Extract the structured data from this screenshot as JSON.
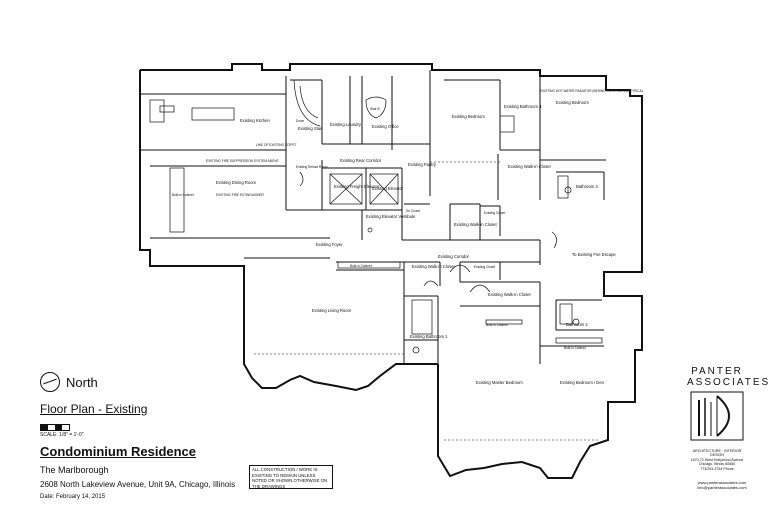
{
  "rooms": {
    "kitchen": "Existing Kitchen",
    "stair": "Existing Stair",
    "down": "Down",
    "laundry": "Existing Laundry",
    "stair_b": "Stair B",
    "office": "Existing Office",
    "bedroom_left": "Existing Bedroom",
    "bathroom_4": "Existing Bathroom 4",
    "bedroom_right": "Existing Bedroom",
    "rear_corridor": "Existing Rear Corridor",
    "pantry": "Existing Pantry",
    "walkin_closet_1": "Existing Walk-in Closet",
    "bathroom_3": "Bathroom 3",
    "dining": "Existing Dining Room",
    "refuse_room": "Existing Refuse Room",
    "freight_elevator": "Existing Freight Elevator",
    "existing_elevator": "Existing Elevator",
    "elevator_vestibule": "Existing Elevator Vestibule",
    "dn_closet": "Dn Closet",
    "walkin_closet_2": "Existing Walk-in Closet",
    "existing_closet": "Existing Closet",
    "foyer": "Existing Foyer",
    "corridor": "Existing Corridor",
    "walkin_closet_3": "Existing Walk-in Closet",
    "existing_closet_2": "Existing Closet",
    "walkin_closet_4": "Existing Walk-in Closet",
    "fire_escape": "To Existing Fire Escape",
    "builtin_1": "Built-in Cabinet",
    "builtin_2": "Built-in Cabinet",
    "builtin_3": "Built-in Cabinet",
    "builtin_4": "Built-in Cabinet",
    "living": "Existing Living Room",
    "bathroom_1": "Existing Bathroom 1",
    "bathroom_2": "Bathroom 2",
    "master": "Existing Master Bedroom",
    "bedroom_den": "Existing Bedroom / Den"
  },
  "notes": {
    "soffit": "LINE OF EXISTING SOFFIT",
    "radiator": "EXISTING HOT WATER RADIATOR (BEHIND CONTROLLED) TYPICAL",
    "suppression": "EXISTING FIRE SUPPRESSION SYSTEM ABOVE",
    "extinguisher": "EXISTING FIRE EXTINGUISHER"
  },
  "title_block": {
    "north_label": "North",
    "plan_title": "Floor Plan - Existing",
    "scale": "SCALE: 1/8\" = 1'-0\"",
    "project": "Condominium Residence",
    "building": "The Marlborough",
    "address": "2608 North Lakeview Avenue, Unit 9A, Chicago, Illinois",
    "date": "Date: February 14, 2015",
    "construction_note": "ALL CONSTRUCTION / WORK IS EXISTING TO REMAIN UNLESS NOTED OR SHOWN OTHERWISE ON THE DRAWINGS"
  },
  "firm": {
    "name_line1": "PANTER",
    "name_line2": "ASSOCIATES",
    "tagline": "ARCHITECTURE · INTERIOR DESIGN",
    "street": "1670-72 West Hollywood Avenue",
    "city": "Chicago, Illinois 60660",
    "phone": "773/293-3754 Phone",
    "website": "www.panterassociates.com",
    "email": "info@panterassociates.com"
  }
}
